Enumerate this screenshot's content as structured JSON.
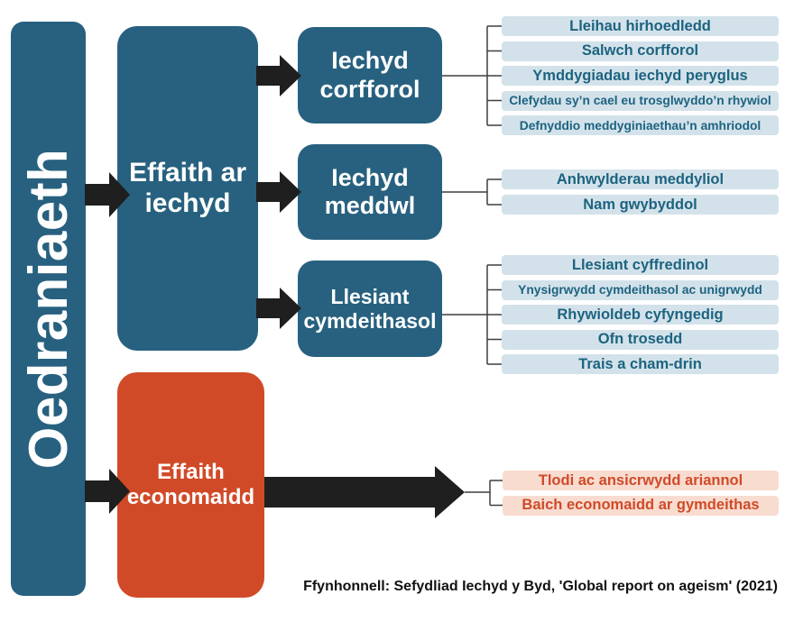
{
  "title": "Oedraniaeth",
  "colors": {
    "teal": "#27617f",
    "teal_light": "#d3e2ea",
    "teal_text": "#1d6380",
    "red": "#d14a28",
    "red_light": "#f8dcd0",
    "arrow_black": "#1f1f1f",
    "connector_gray": "#3f3f3f"
  },
  "health": {
    "label": "Effaith ar iechyd",
    "groups": [
      {
        "label": "Iechyd corfforol",
        "items": [
          "Lleihau hirhoedledd",
          "Salwch corfforol",
          "Ymddygiadau iechyd peryglus",
          "Clefydau sy’n cael eu trosglwyddo’n rhywiol",
          "Defnyddio meddyginiaethau’n amhriodol"
        ]
      },
      {
        "label": "Iechyd meddwl",
        "items": [
          "Anhwylderau meddyliol",
          "Nam gwybyddol"
        ]
      },
      {
        "label": "Llesiant cymdeithasol",
        "items": [
          "Llesiant cyffredinol",
          "Ynysigrwydd cymdeithasol ac unigrwydd",
          "Rhywioldeb cyfyngedig",
          "Ofn trosedd",
          "Trais a cham-drin"
        ]
      }
    ]
  },
  "economy": {
    "label": "Effaith economaidd",
    "items": [
      "Tlodi ac ansicrwydd ariannol",
      "Baich economaidd ar gymdeithas"
    ]
  },
  "footer": {
    "source": "Ffynhonnell: Sefydliad Iechyd y Byd, 'Global report on ageism' (2021)"
  }
}
